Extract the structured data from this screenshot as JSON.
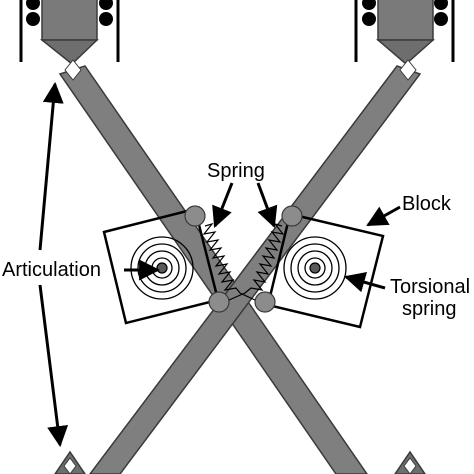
{
  "labels": {
    "spring": "Spring",
    "block": "Block",
    "articulation": "Articulation",
    "torsional_line1": "Torsional",
    "torsional_line2": "spring"
  },
  "colors": {
    "arm_fill": "#7f7f7f",
    "arm_stroke": "#3a3a3a",
    "mount_fill": "#6e6e6e",
    "ball_fill": "#8c8c8c",
    "line": "#000000",
    "background": "#ffffff"
  }
}
